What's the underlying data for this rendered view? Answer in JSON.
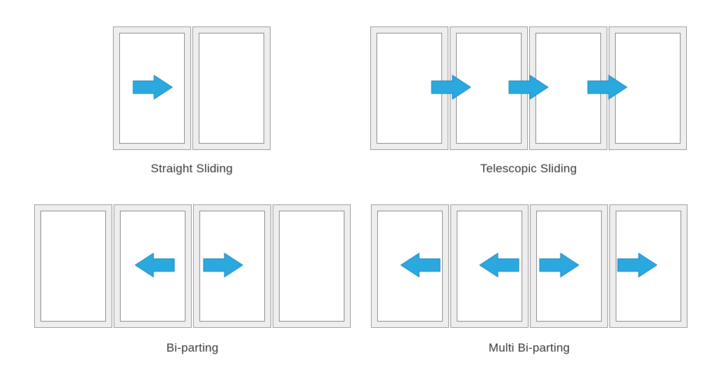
{
  "colors": {
    "arrow": "#29A9DF",
    "arrow_stroke": "#1A7FB8",
    "frame": "#EEEEEE",
    "frame_border": "#9A9A9A"
  },
  "diagrams": [
    {
      "id": "straight-sliding",
      "caption": "Straight Sliding",
      "panel_count": 2,
      "arrows": [
        "right"
      ]
    },
    {
      "id": "telescopic-sliding",
      "caption": "Telescopic Sliding",
      "panel_count": 4,
      "arrows": [
        "right",
        "right",
        "right"
      ]
    },
    {
      "id": "bi-parting",
      "caption": "Bi-parting",
      "panel_count": 4,
      "arrows": [
        "left",
        "right"
      ]
    },
    {
      "id": "multi-bi-parting",
      "caption": "Multi Bi-parting",
      "panel_count": 4,
      "arrows": [
        "left",
        "left",
        "right",
        "right"
      ]
    }
  ]
}
